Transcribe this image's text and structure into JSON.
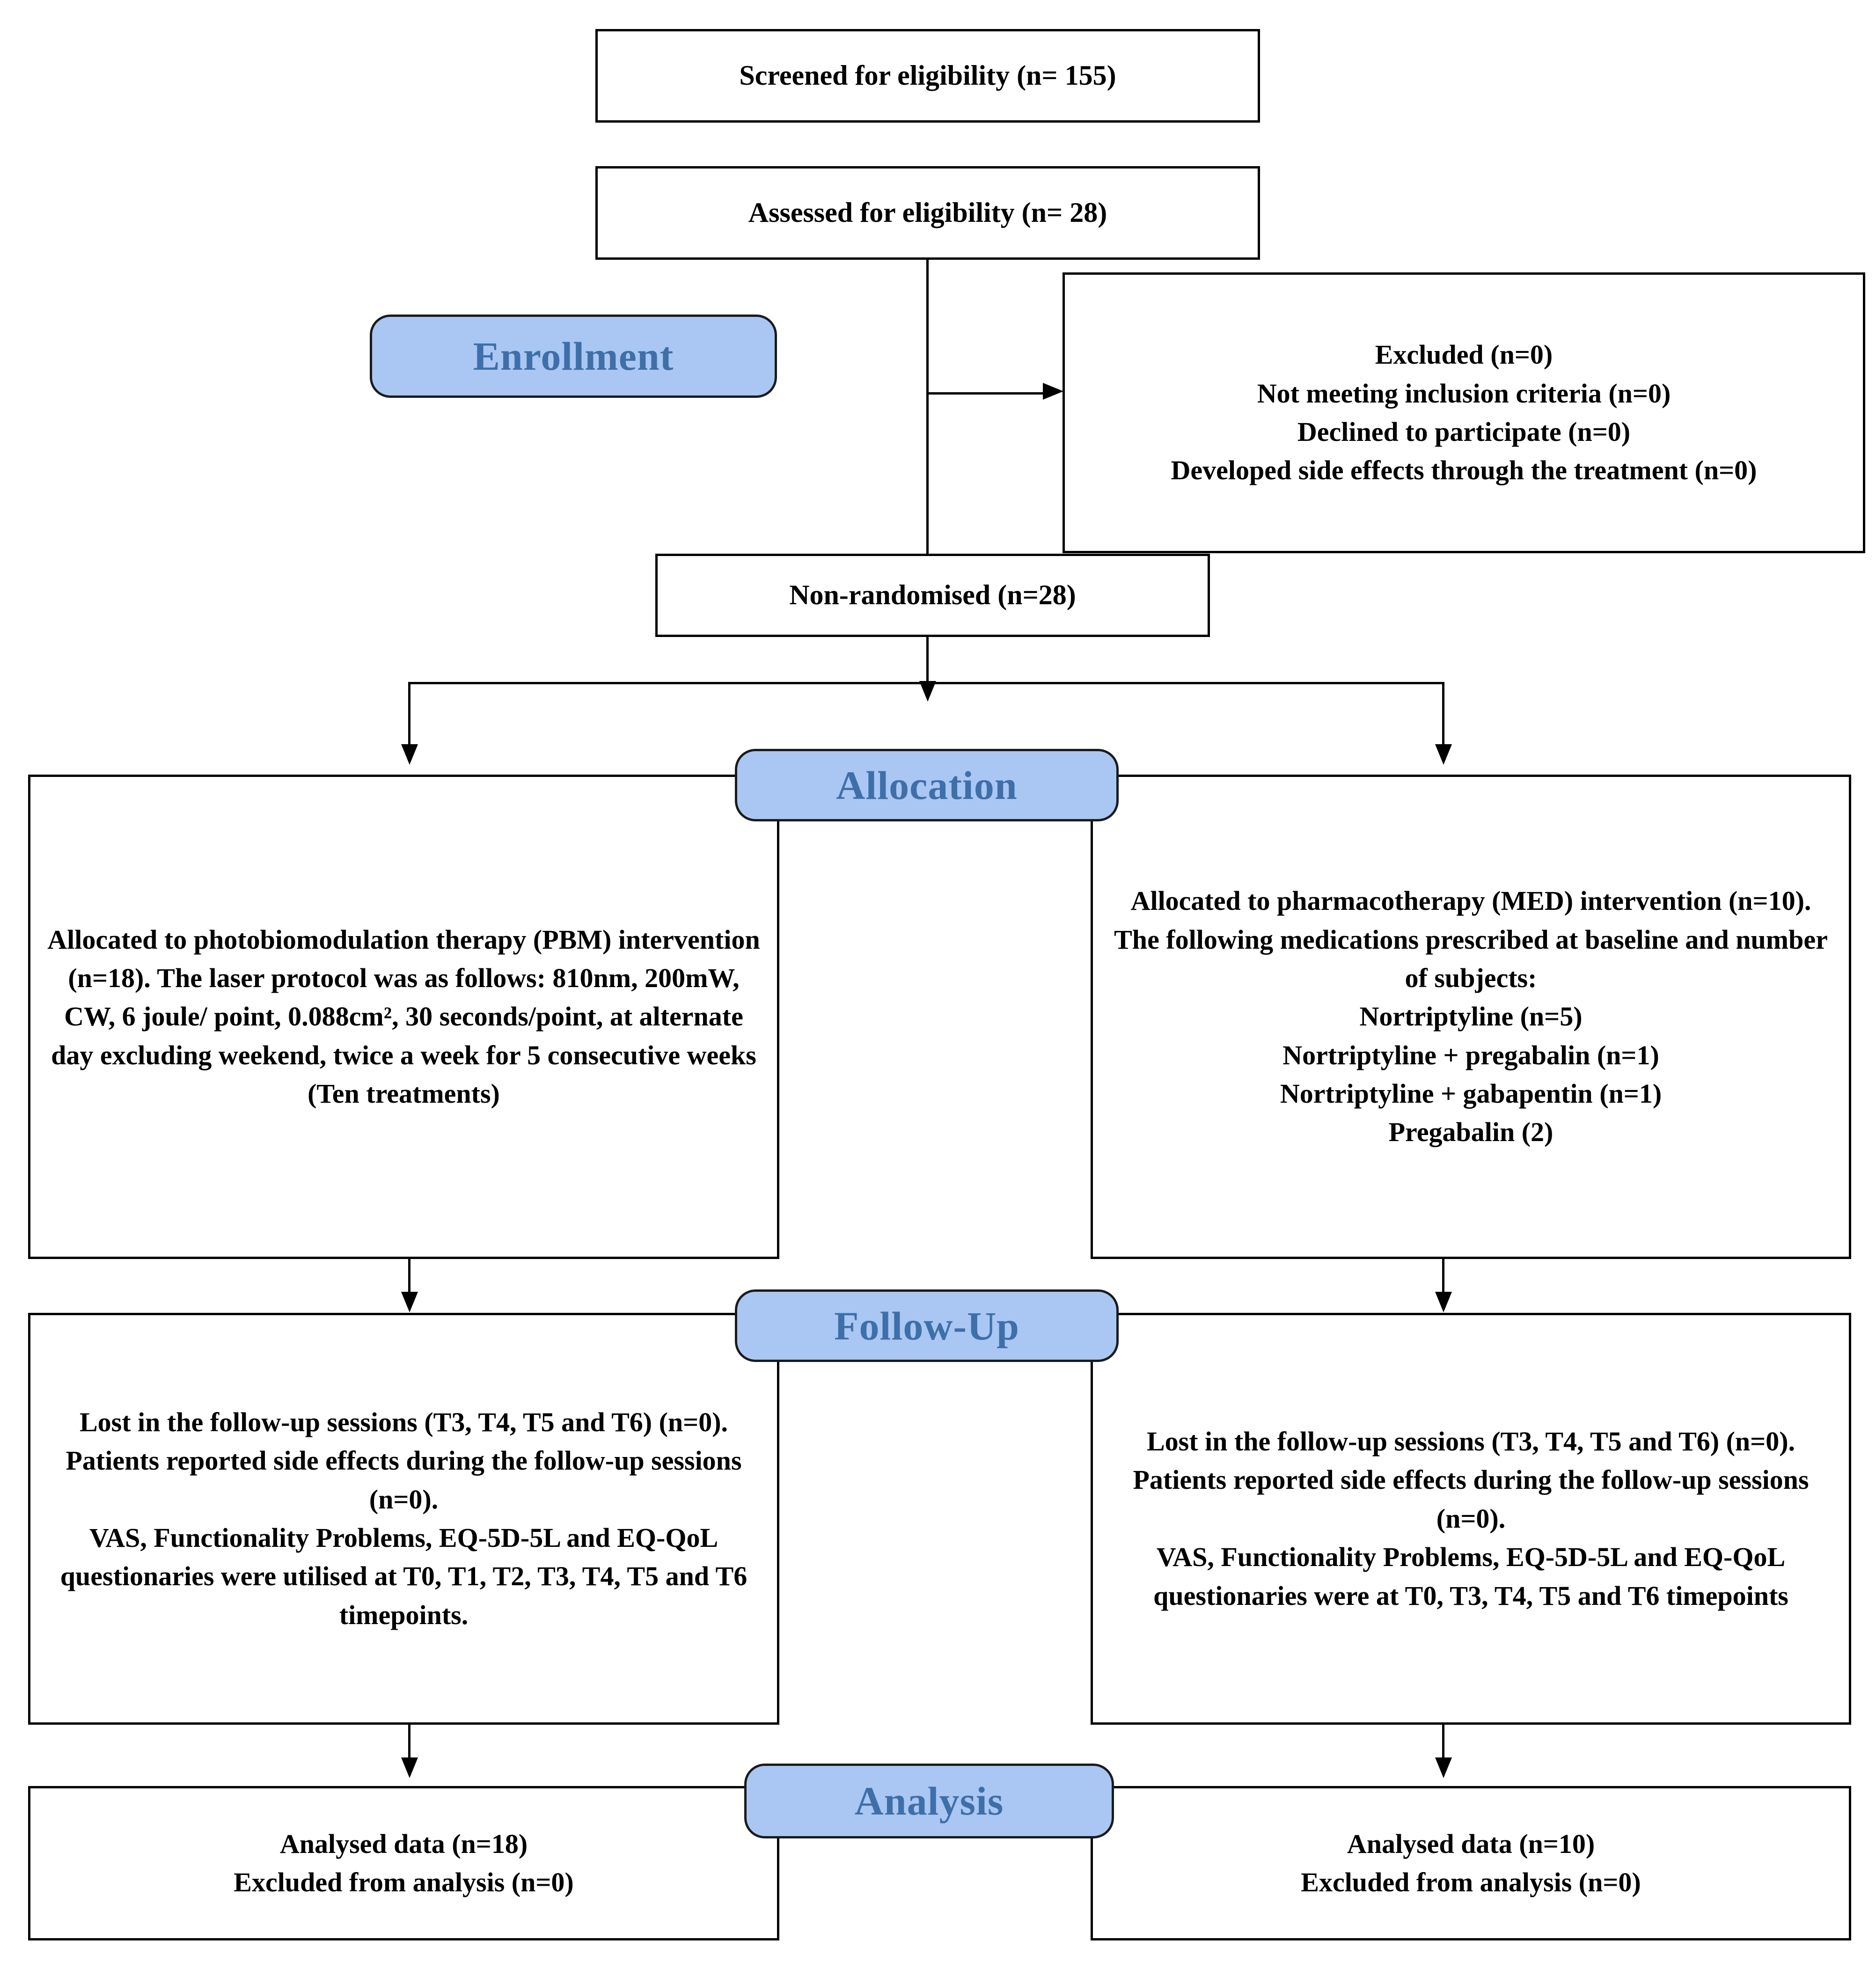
{
  "diagram": {
    "title": "CONSORT-style participant flow diagram",
    "accent_fill": "#a9c7f2",
    "accent_text": "#3f6fa8",
    "line_color": "#000000"
  },
  "stages": {
    "enrollment": "Enrollment",
    "allocation": "Allocation",
    "followup": "Follow-Up",
    "analysis": "Analysis"
  },
  "boxes": {
    "screened": "Screened for eligibility (n= 155)",
    "assessed": "Assessed for eligibility (n= 28)",
    "excluded": "Excluded (n=0)\nNot meeting inclusion criteria (n=0)\nDeclined to participate (n=0)\nDeveloped side effects through the treatment (n=0)",
    "non_randomised": "Non-randomised (n=28)",
    "alloc_left": "Allocated to photobiomodulation therapy (PBM) intervention (n=18). The laser protocol was as follows: 810nm, 200mW, CW, 6 joule/ point, 0.088cm², 30 seconds/point, at alternate day excluding weekend, twice a week for 5 consecutive weeks (Ten treatments)",
    "alloc_right": "Allocated to pharmacotherapy (MED) intervention (n=10). The following medications prescribed at baseline and number of subjects:\nNortriptyline (n=5)\nNortriptyline + pregabalin (n=1)\nNortriptyline + gabapentin (n=1)\nPregabalin (2)",
    "followup_left": "Lost in the follow-up sessions (T3, T4, T5 and T6) (n=0).\nPatients reported side effects during the follow-up sessions (n=0).\nVAS, Functionality Problems, EQ-5D-5L and EQ-QoL questionaries were utilised at T0, T1, T2, T3, T4, T5 and T6 timepoints.",
    "followup_right": "Lost in the follow-up sessions (T3, T4, T5 and T6) (n=0).\nPatients reported side effects during the follow-up sessions (n=0).\nVAS, Functionality Problems, EQ-5D-5L and EQ-QoL questionaries were at T0, T3, T4, T5 and T6 timepoints",
    "analysis_left": "Analysed data (n=18)\nExcluded from analysis (n=0)",
    "analysis_right": "Analysed data (n=10)\nExcluded from analysis (n=0)"
  },
  "counts": {
    "screened_n": 155,
    "assessed_n": 28,
    "excluded_n": 0,
    "not_meeting_criteria_n": 0,
    "declined_n": 0,
    "side_effects_n": 0,
    "non_randomised_n": 28,
    "pbm_allocated_n": 18,
    "med_allocated_n": 10,
    "nortriptyline_n": 5,
    "nortriptyline_pregabalin_n": 1,
    "nortriptyline_gabapentin_n": 1,
    "pregabalin_n": 2,
    "pbm_analysed_n": 18,
    "med_analysed_n": 10,
    "pbm_excluded_from_analysis_n": 0,
    "med_excluded_from_analysis_n": 0
  }
}
